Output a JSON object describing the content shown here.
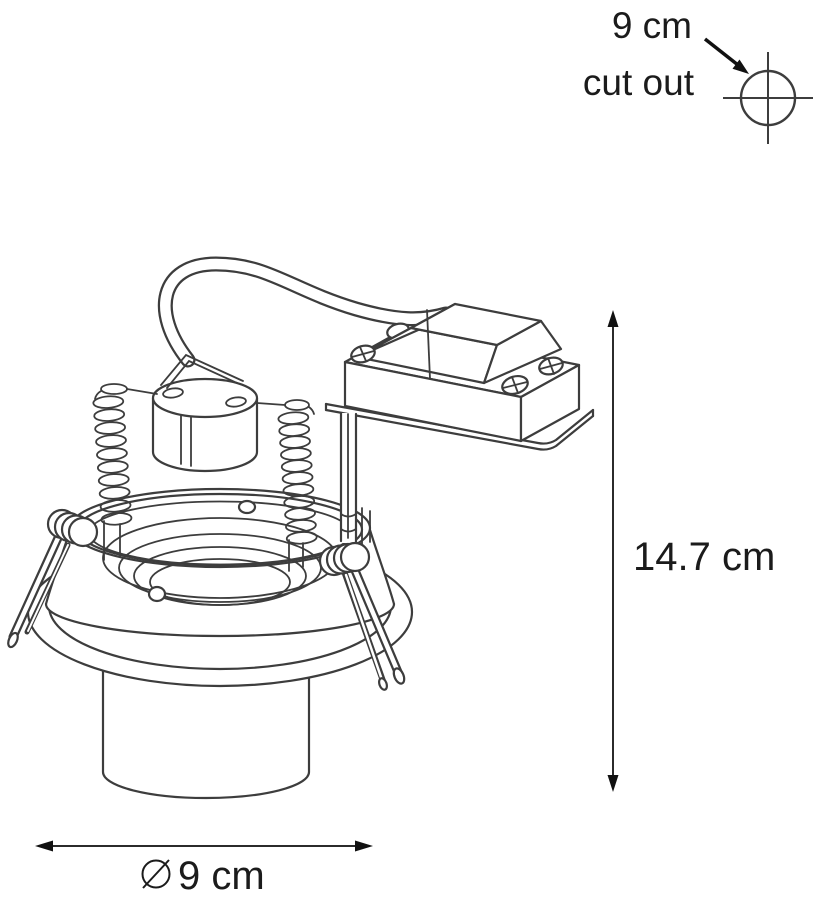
{
  "labels": {
    "cutout_size": "9 cm",
    "cutout_caption": "cut out",
    "height": "14.7 cm",
    "diameter_symbol": "⌀",
    "diameter": "9 cm"
  },
  "colors": {
    "line": "#3d3d3d",
    "text": "#1b1b1b",
    "background": "#ffffff"
  }
}
